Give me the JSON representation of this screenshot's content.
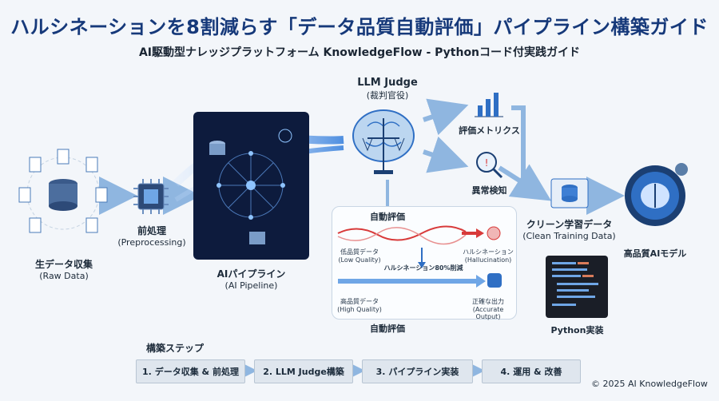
{
  "title": "ハルシネーションを8割減らす「データ品質自動評価」パイプライン構築ガイド",
  "subtitle": "AI駆動型ナレッジプラットフォーム KnowledgeFlow - Pythonコード付実践ガイド",
  "nodes": {
    "raw": {
      "label": "生データ収集",
      "sub": "(Raw Data)"
    },
    "pre": {
      "label": "前処理",
      "sub": "(Preprocessing)"
    },
    "pipeline": {
      "label": "AIパイプライン",
      "sub": "(AI Pipeline)"
    },
    "judge": {
      "label": "LLM Judge",
      "sub": "(裁判官役)"
    },
    "metrics": {
      "label": "評価メトリクス"
    },
    "anomaly": {
      "label": "異常検知"
    },
    "clean": {
      "label": "クリーン学習データ",
      "sub": "(Clean Training Data)"
    },
    "model": {
      "label": "高品質AIモデル"
    },
    "python": {
      "label": "Python実装"
    }
  },
  "eval_panel": {
    "top_label": "自動評価",
    "bottom_label": "自動評価",
    "low_quality": "低品質データ",
    "low_quality_en": "(Low Quality)",
    "hallucination": "ハルシネーション",
    "hallucination_en": "(Hallucination)",
    "reduction": "ハルシネーション80%削減",
    "high_quality": "高品質データ",
    "high_quality_en": "(High Quality)",
    "accurate": "正確な出力",
    "accurate_en": "(Accurate Output)"
  },
  "steps_title": "構築ステップ",
  "steps": [
    "1. データ収集 & 前処理",
    "2. LLM Judge構築",
    "3. パイプライン実装",
    "4. 運用 & 改善"
  ],
  "copyright": "© 2025 AI KnowledgeFlow",
  "colors": {
    "accent": "#16397a",
    "arrow": "#8fb6e0",
    "red": "#d83a3a",
    "blue": "#2f6fc4"
  }
}
